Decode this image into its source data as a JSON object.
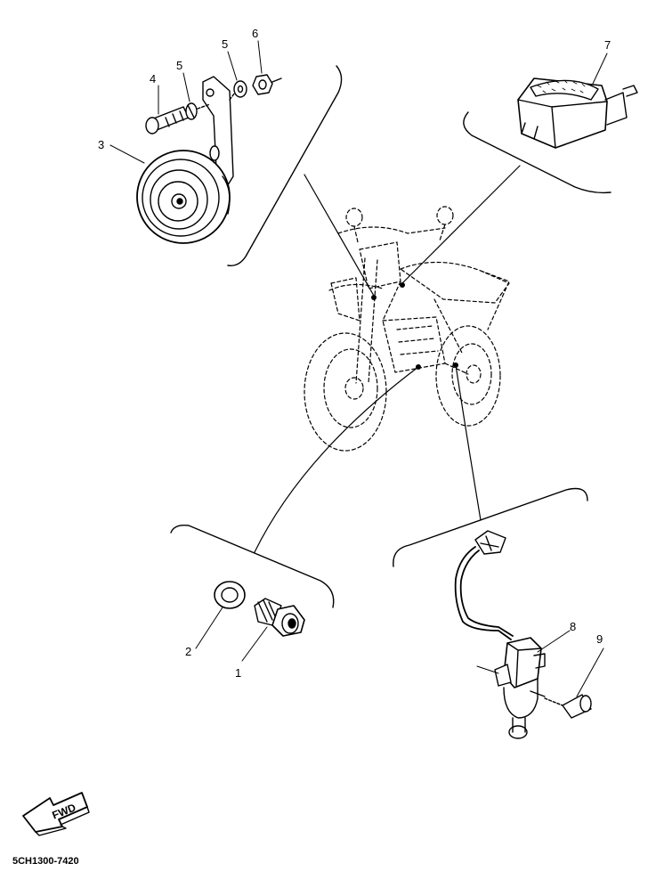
{
  "callouts": {
    "c1": "1",
    "c2": "2",
    "c3": "3",
    "c4": "4",
    "c5a": "5",
    "c5b": "5",
    "c6": "6",
    "c7": "7",
    "c8": "8",
    "c9": "9"
  },
  "fwd_label": "FWD",
  "diagram_code": "5CH1300-7420"
}
